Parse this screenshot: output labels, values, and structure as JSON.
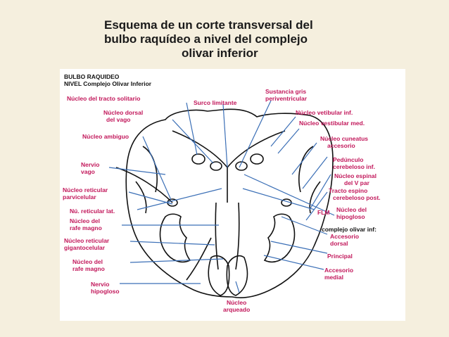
{
  "title": {
    "line1": "Esquema de un corte transversal del",
    "line2": "bulbo raquídeo a nivel del complejo",
    "line3": "olivar inferior"
  },
  "figure": {
    "header_line1": "BULBO RAQUIDEO",
    "header_line2": "NIVEL Complejo Olivar Inferior",
    "labels_left": [
      {
        "lines": [
          "Núcleo del tracto solitario"
        ]
      },
      {
        "lines": [
          "Núcleo dorsal",
          "del vago"
        ]
      },
      {
        "lines": [
          "Núcleo ambiguo"
        ]
      },
      {
        "lines": [
          "Nervio",
          "vago"
        ]
      },
      {
        "lines": [
          "Núcleo reticular",
          "parvicelular"
        ]
      },
      {
        "lines": [
          "Nú. reticular lat."
        ]
      },
      {
        "lines": [
          "Núcleo del",
          "rafe magno"
        ]
      },
      {
        "lines": [
          "Núcleo reticular",
          "gigantocelular"
        ]
      },
      {
        "lines": [
          "Núcleo del",
          "rafe magno"
        ]
      },
      {
        "lines": [
          "Nervio",
          "hipogloso"
        ]
      }
    ],
    "labels_top": [
      {
        "lines": [
          "Surco limitante"
        ]
      }
    ],
    "labels_right": [
      {
        "lines": [
          "Sustancia gris",
          "periventricular"
        ]
      },
      {
        "lines": [
          "Núcleo vetibular inf."
        ]
      },
      {
        "lines": [
          "Núcleo vestibular med."
        ]
      },
      {
        "lines": [
          "Núcleo cuneatus",
          "accesorio"
        ]
      },
      {
        "lines": [
          "Pedúnculo",
          "cerebeloso inf."
        ]
      },
      {
        "lines": [
          "Núcleo espinal",
          "del V par"
        ]
      },
      {
        "lines": [
          "Tracto espino",
          "cerebeloso post."
        ]
      },
      {
        "lines": [
          "FLM"
        ]
      },
      {
        "lines": [
          "Núcleo del",
          "hipogloso"
        ]
      },
      {
        "lines": [
          "Accesorio",
          "dorsal"
        ]
      },
      {
        "lines": [
          "Principal"
        ]
      },
      {
        "lines": [
          "Accesorio",
          "medial"
        ]
      }
    ],
    "olive_complex_label": "complejo olivar inf:",
    "labels_bottom": [
      {
        "lines": [
          "Núcleo",
          "arqueado"
        ]
      }
    ]
  },
  "colors": {
    "background": "#f5efde",
    "label": "#c2185b",
    "leader_line": "#3b6fb6",
    "outline": "#111111"
  }
}
